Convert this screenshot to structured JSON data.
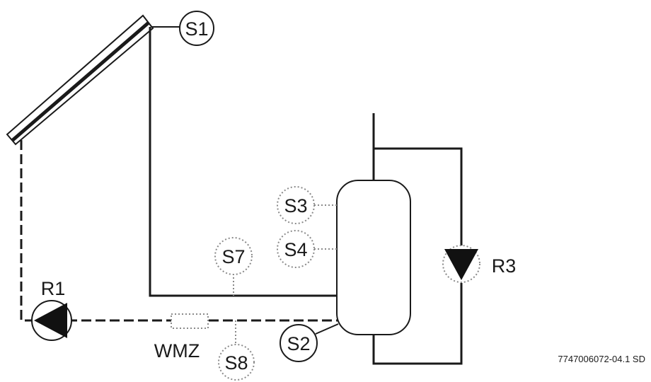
{
  "sensors": {
    "s1": "S1",
    "s2": "S2",
    "s3": "S3",
    "s4": "S4",
    "s7": "S7",
    "s8": "S8"
  },
  "pumps": {
    "r1": "R1",
    "r3": "R3"
  },
  "heat_meter": "WMZ",
  "document_id": "7747006072-04.1 SD",
  "colors": {
    "line": "#1a1a1a",
    "dotted": "#8a8a8a",
    "background": "#ffffff"
  }
}
